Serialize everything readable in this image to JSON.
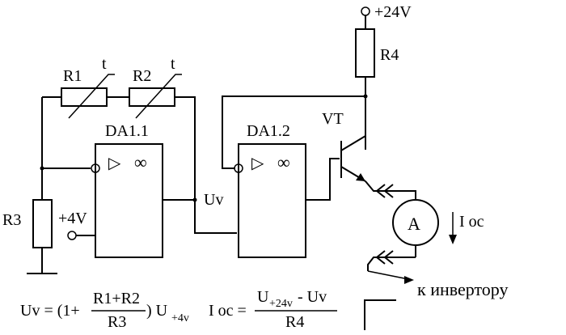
{
  "labels": {
    "supply": "+24V",
    "r4": "R4",
    "r1": "R1",
    "r2": "R2",
    "t1": "t",
    "t2": "t",
    "da11": "DA1.1",
    "da12": "DA1.2",
    "vt": "VT",
    "r3": "R3",
    "plus4v": "+4V",
    "uv": "Uv",
    "ammeter": "A",
    "ioc": "I oc",
    "inverter": "к инвертору",
    "triangle": "▷",
    "infinity": "∞"
  },
  "formulas": {
    "uv_lhs": "Uv = (1+",
    "uv_num": "R1+R2",
    "uv_den": "R3",
    "uv_tail": ") U",
    "uv_sub": "+4v",
    "ioc_lhs": "I oc =",
    "ioc_num_u1": "U",
    "ioc_num_sub": "+24v",
    "ioc_num_rest": "- Uv",
    "ioc_den": "R4"
  }
}
